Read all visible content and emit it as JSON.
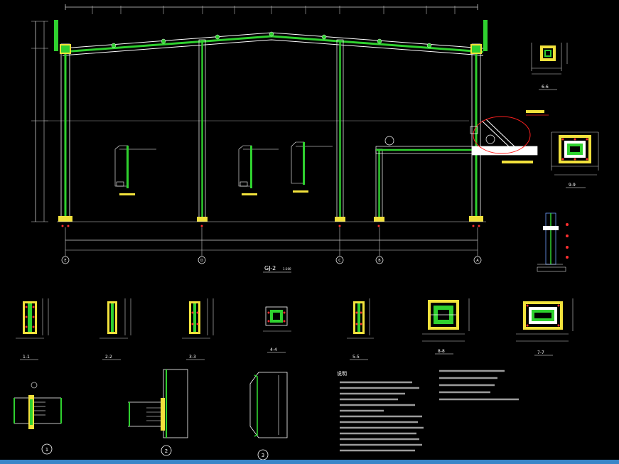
{
  "drawing": {
    "frame_title": "GJ-2",
    "frame_scale": "1:100",
    "axis_labels": [
      "E",
      "D",
      "C",
      "B",
      "A"
    ],
    "sections": [
      {
        "id": "s11",
        "label": "1-1"
      },
      {
        "id": "s22",
        "label": "2-2"
      },
      {
        "id": "s33",
        "label": "3-3"
      },
      {
        "id": "s44",
        "label": "4-4"
      },
      {
        "id": "s55",
        "label": "5-5"
      },
      {
        "id": "s66",
        "label": "6-6"
      },
      {
        "id": "s77",
        "label": "7-7"
      },
      {
        "id": "s88",
        "label": "8-8"
      },
      {
        "id": "s99",
        "label": "9-9"
      }
    ],
    "details": [
      "1",
      "2",
      "3"
    ],
    "notes_heading": "说明"
  },
  "colors": {
    "background": "#000000",
    "member": "#2fd12f",
    "member_outline": "#ffffff",
    "dimension": "#d9d9d9",
    "highlight": "#ff2020",
    "plate": "#f2e23c",
    "bolt": "#ff3030",
    "gridline": "#6ea0ff",
    "strip": "#3a86c8"
  }
}
